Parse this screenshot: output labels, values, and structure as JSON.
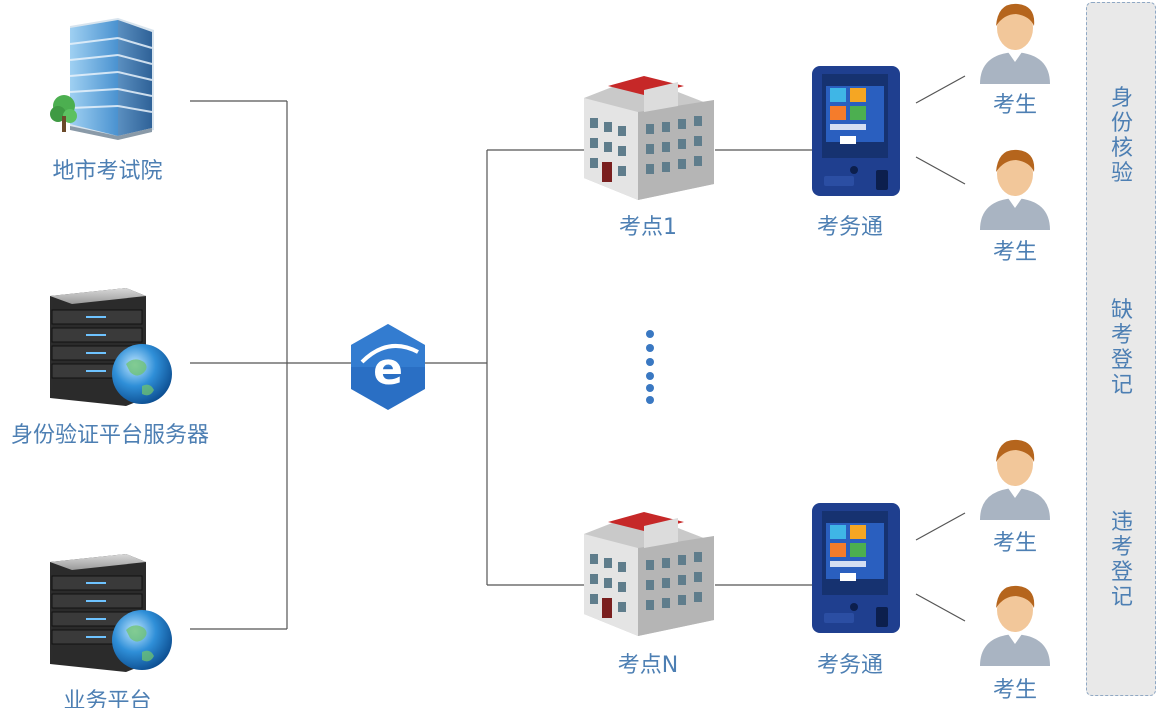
{
  "left_nodes": {
    "exam_institute": "地市考试院",
    "id_server": "身份验证平台服务器",
    "business_platform": "业务平台"
  },
  "exam_sites": {
    "site_1": "考点1",
    "site_n": "考点N"
  },
  "devices": {
    "device_1": "考务通",
    "device_n": "考务通"
  },
  "candidates": {
    "c1": "考生",
    "c2": "考生",
    "c3": "考生",
    "c4": "考生"
  },
  "side_panel": {
    "identity_check": "身份核验",
    "absence_register": "缺考登记",
    "violation_register": "违考登记"
  },
  "icons": {
    "institute": "office-building-icon",
    "id_server": "server-globe-icon",
    "platform": "server-globe-icon",
    "network": "internet-explorer-icon",
    "site": "school-building-icon",
    "device": "exam-terminal-icon",
    "candidate": "person-avatar-icon"
  },
  "colors": {
    "label": "#4d7fb3",
    "line": "#555555",
    "network_hex": "#2a6fc4",
    "device_frame": "#1f3f8f"
  }
}
